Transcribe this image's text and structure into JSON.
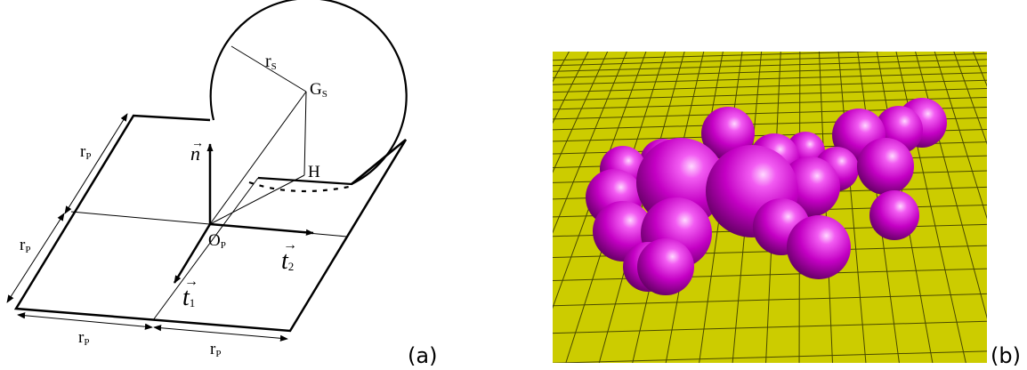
{
  "panel_a": {
    "tag": "(a)",
    "sphere_radius": {
      "base": "r",
      "sub": "S"
    },
    "sphere_center": {
      "base": "G",
      "sub": "S"
    },
    "foot_point": "H",
    "normal_vector": "n",
    "origin": {
      "base": "O",
      "sub": "P"
    },
    "tangent_1": {
      "base": "t",
      "sub": "1"
    },
    "tangent_2": {
      "base": "t",
      "sub": "2"
    },
    "plate_half_size": {
      "base": "r",
      "sub": "P"
    }
  },
  "panel_b": {
    "tag": "(b)",
    "floor_color": "#cccc00",
    "grid_color": "#333300",
    "sphere_color": "#cc00cc"
  },
  "colors": {
    "ink": "#000000",
    "background": "#ffffff"
  }
}
